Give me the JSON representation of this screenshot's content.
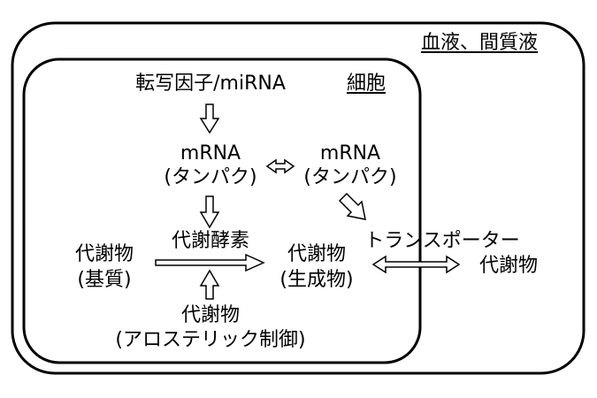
{
  "regions": {
    "outer": "血液、間質液",
    "inner": "細胞"
  },
  "nodes": {
    "transcription_factor": "転写因子/miRNA",
    "mrna_left_name": "mRNA",
    "mrna_left_sub": "(タンパク)",
    "mrna_right_name": "mRNA",
    "mrna_right_sub": "(タンパク)",
    "enzyme": "代謝酵素",
    "substrate_name": "代謝物",
    "substrate_sub": "(基質)",
    "product_name": "代謝物",
    "product_sub": "(生成物)",
    "allosteric_name": "代謝物",
    "allosteric_sub": "(アロステリック制御)",
    "transporter": "トランスポーター",
    "external_metabolite": "代謝物"
  },
  "colors": {
    "stroke": "#000000",
    "arrow_fill": "#ffffff",
    "background": "#ffffff"
  }
}
